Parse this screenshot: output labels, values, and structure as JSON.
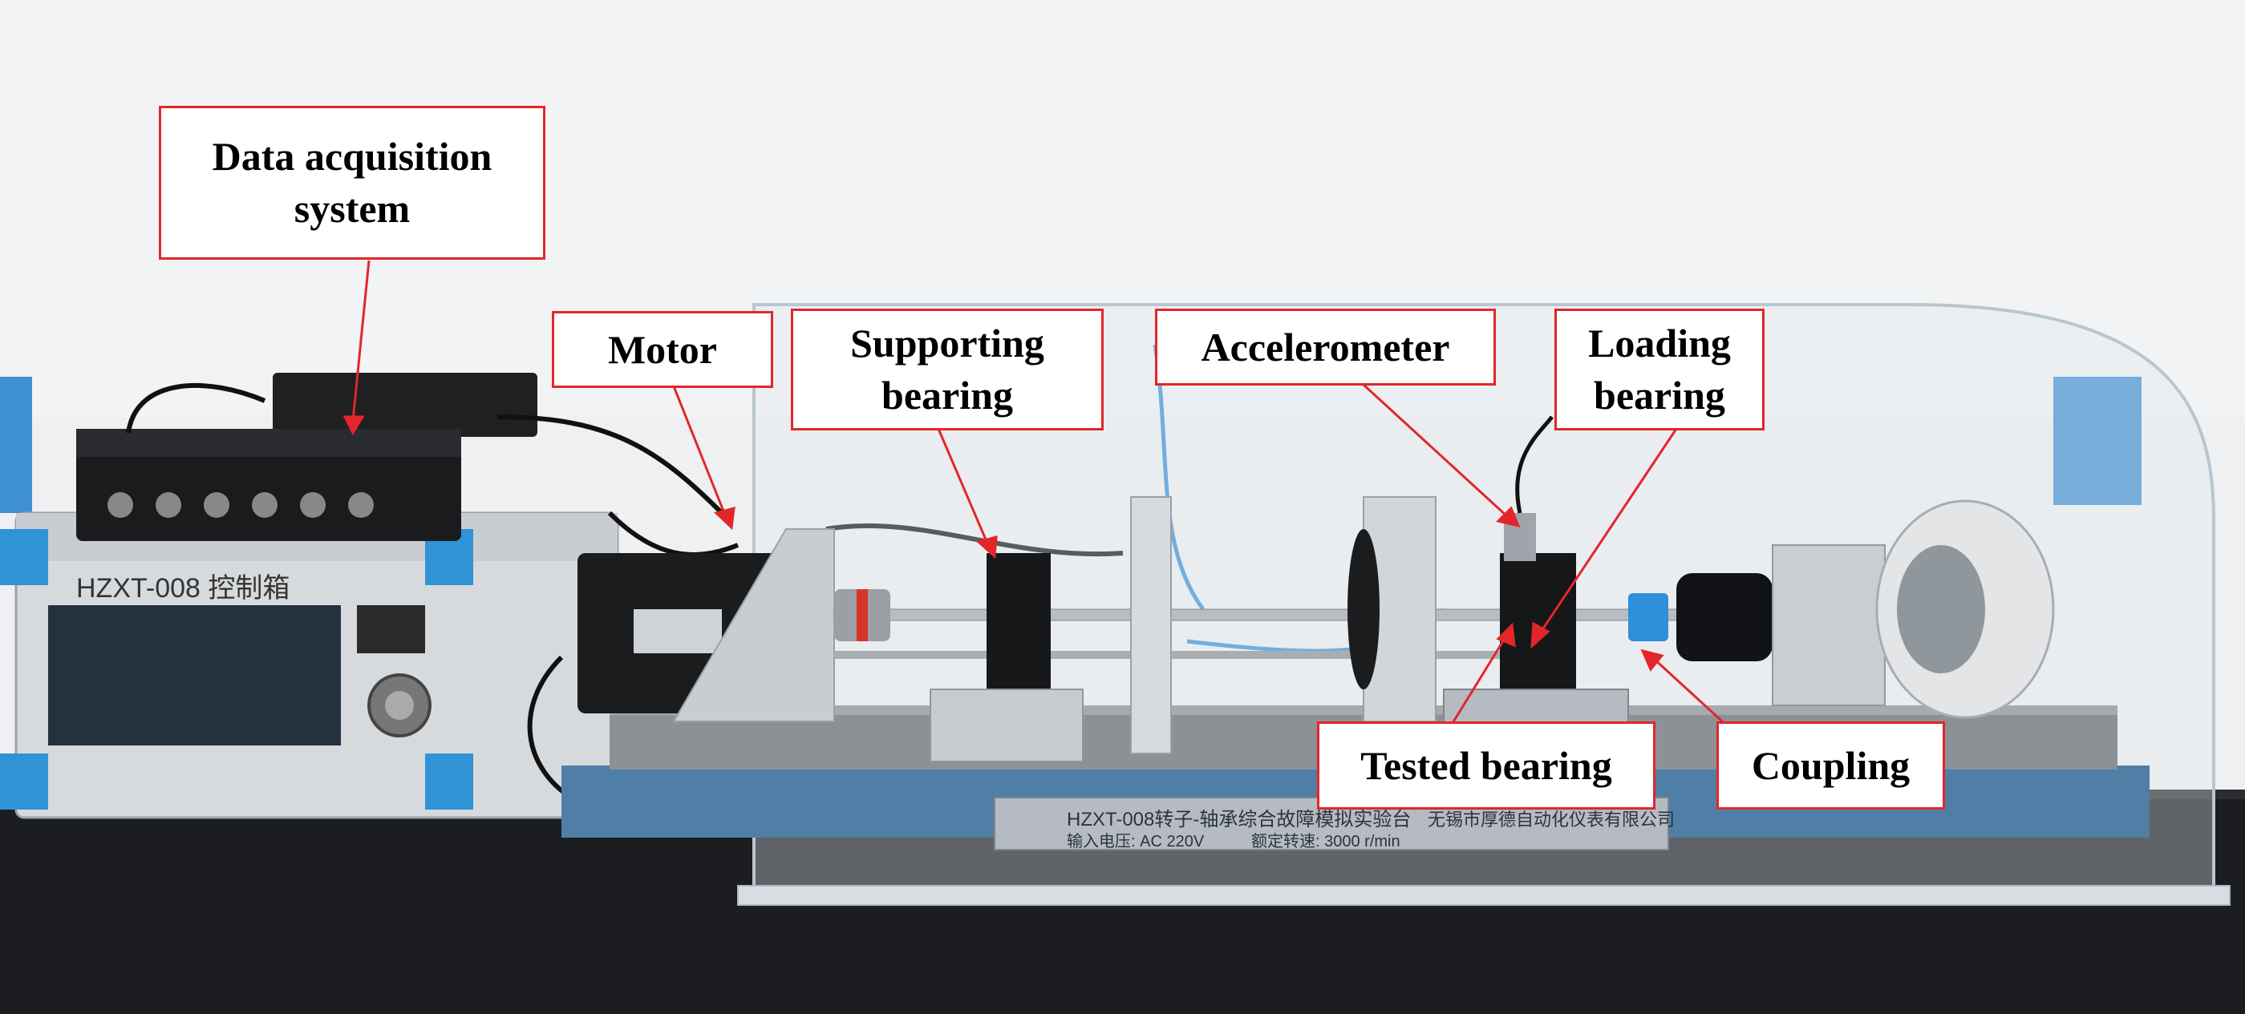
{
  "colors": {
    "callout_border": "#e3262b",
    "callout_text": "#000000",
    "arrow": "#e3262b",
    "bench_blue": "#4f7fa6",
    "accent_blue": "#2f93d6"
  },
  "callouts": {
    "data_acquisition": "Data acquisition\nsystem",
    "motor": "Motor",
    "supporting_bearing": "Supporting\nbearing",
    "accelerometer": "Accelerometer",
    "loading_bearing": "Loading\nbearing",
    "tested_bearing": "Tested bearing",
    "coupling": "Coupling"
  },
  "equipment_text": {
    "control_box_label": "HZXT-008 控制箱",
    "bench_plate_title": "HZXT-008转子-轴承综合故障模拟实验台",
    "bench_plate_maker": "无锡市厚德自动化仪表有限公司",
    "bench_plate_voltage": "输入电压: AC 220V",
    "bench_plate_speed": "额定转速: 3000 r/min"
  }
}
